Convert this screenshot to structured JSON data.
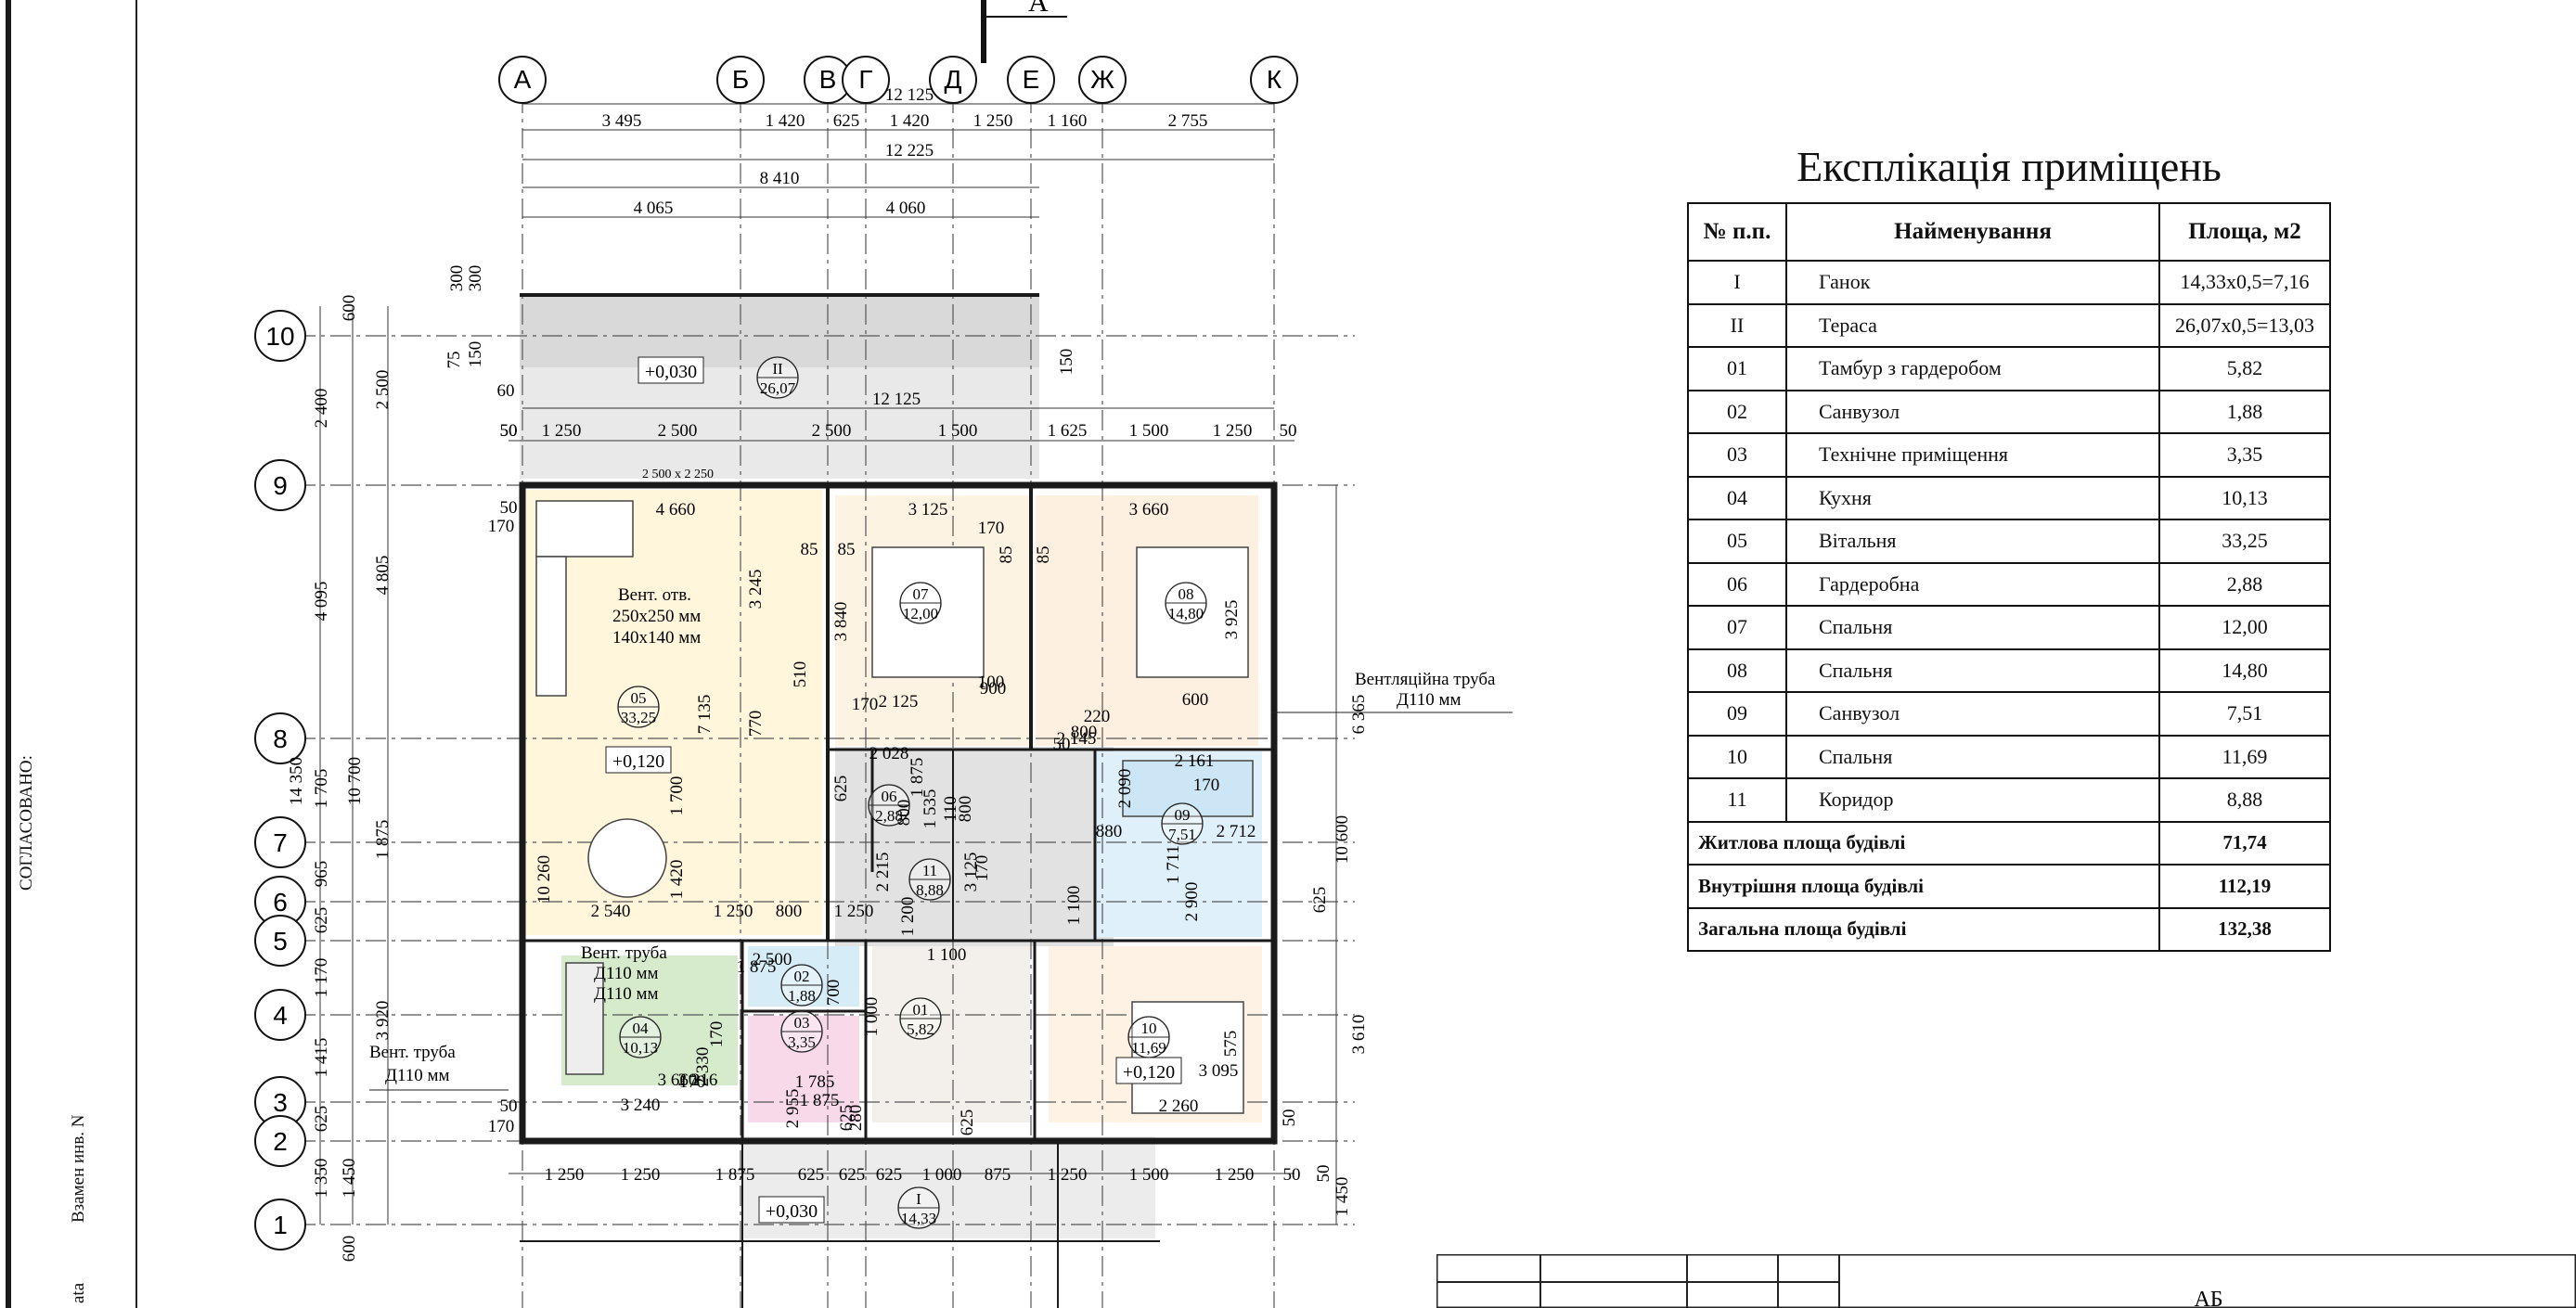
{
  "axes": {
    "letters": [
      "А",
      "Б",
      "В",
      "Г",
      "Д",
      "Е",
      "Ж",
      "К"
    ],
    "numbers": [
      "10",
      "9",
      "8",
      "7",
      "6",
      "5",
      "4",
      "3",
      "2",
      "1"
    ]
  },
  "section_mark": "А",
  "dimensions_top": {
    "overall_1": "12 125",
    "chain": [
      "3 495",
      "1 420",
      "625",
      "1 420",
      "1 250",
      "1 160",
      "2 755"
    ],
    "overall_2": "12 225",
    "span_8410": "8 410",
    "sub": [
      "4 065",
      "4 060"
    ],
    "terrace_width": "12 125",
    "chain_2": [
      "50",
      "1 250",
      "2 500",
      "2 500",
      "1 500",
      "1 625",
      "1 500",
      "1 250",
      "50"
    ]
  },
  "dimensions_left": {
    "outer": [
      "14 350",
      "10 700"
    ],
    "chain": [
      "600",
      "2 400",
      "2 500",
      "4 095",
      "4 805",
      "1 705",
      "965",
      "625",
      "1 170",
      "1 415",
      "625",
      "1 350",
      "1 450",
      "600",
      "3 920",
      "1 875"
    ],
    "small": [
      "300",
      "300",
      "75",
      "150",
      "150",
      "60",
      "50",
      "50",
      "170",
      "50",
      "170"
    ]
  },
  "dimensions_right": {
    "chain": [
      "6 365",
      "10 600",
      "625",
      "3 610",
      "50",
      "50",
      "1 450"
    ]
  },
  "dimensions_bottom": {
    "chain": [
      "1 250",
      "1 250",
      "1 875",
      "625",
      "625",
      "625",
      "1 000",
      "875",
      "1 250",
      "1 500",
      "1 250",
      "50"
    ]
  },
  "rooms": [
    {
      "num": "II",
      "area": "26,07"
    },
    {
      "num": "05",
      "area": "33,25"
    },
    {
      "num": "07",
      "area": "12,00"
    },
    {
      "num": "08",
      "area": "14,80"
    },
    {
      "num": "06",
      "area": "2,88"
    },
    {
      "num": "11",
      "area": "8,88"
    },
    {
      "num": "09",
      "area": "7,51"
    },
    {
      "num": "02",
      "area": "1,88"
    },
    {
      "num": "01",
      "area": "5,82"
    },
    {
      "num": "03",
      "area": "3,35"
    },
    {
      "num": "04",
      "area": "10,13"
    },
    {
      "num": "10",
      "area": "11,69"
    },
    {
      "num": "I",
      "area": "14,33"
    }
  ],
  "levels": [
    "+0,030",
    "+0,120",
    "+0,120",
    "+0,030"
  ],
  "notes": {
    "vent_opening": [
      "Вент. отв.",
      "250x250 мм",
      "140x140 мм"
    ],
    "vent_pipe_right": [
      "Вентляційна труба",
      "Д110 мм"
    ],
    "vent_pipe_04": [
      "Вент. труба",
      "Д110 мм",
      "Д110 мм"
    ],
    "vent_pipe_left": [
      "Вент. труба",
      "Д110 мм"
    ],
    "door_size": "2 500 x 2 250"
  },
  "inner_dims": [
    "4 660",
    "3 125",
    "3 660",
    "170",
    "85",
    "85",
    "85",
    "85",
    "3 245",
    "3 840",
    "3 925",
    "510",
    "770",
    "7 135",
    "10 260",
    "1 700",
    "1 420",
    "2 540",
    "1 250",
    "800",
    "1 250",
    "1 200",
    "2 215",
    "3 125",
    "2 028",
    "1 875",
    "625",
    "1 535",
    "800",
    "110",
    "800",
    "170",
    "600",
    "2 161",
    "2 090",
    "880",
    "1 711",
    "2 712",
    "2 900",
    "2 145",
    "1 100",
    "1 100",
    "2 500",
    "1 875",
    "700",
    "1 000",
    "170",
    "2 330",
    "2 955",
    "1 785",
    "1 875",
    "280",
    "625",
    "625",
    "575",
    "2 260",
    "3 095",
    "3 660",
    "2 216",
    "3 240",
    "170",
    "900",
    "100",
    "2 125",
    "170",
    "220",
    "800",
    "50",
    "170"
  ],
  "explication": {
    "title": "Експлікація приміщень",
    "headers": [
      "№ п.п.",
      "Найменування",
      "Площа, м2"
    ],
    "rows": [
      {
        "no": "I",
        "name": "Ганок",
        "area": "14,33х0,5=7,16"
      },
      {
        "no": "II",
        "name": "Тераса",
        "area": "26,07х0,5=13,03"
      },
      {
        "no": "01",
        "name": "Тамбур з гардеробом",
        "area": "5,82"
      },
      {
        "no": "02",
        "name": "Санвузол",
        "area": "1,88"
      },
      {
        "no": "03",
        "name": "Технічне приміщення",
        "area": "3,35"
      },
      {
        "no": "04",
        "name": "Кухня",
        "area": "10,13"
      },
      {
        "no": "05",
        "name": "Вітальня",
        "area": "33,25"
      },
      {
        "no": "06",
        "name": "Гардеробна",
        "area": "2,88"
      },
      {
        "no": "07",
        "name": "Спальня",
        "area": "12,00"
      },
      {
        "no": "08",
        "name": "Спальня",
        "area": "14,80"
      },
      {
        "no": "09",
        "name": "Санвузол",
        "area": "7,51"
      },
      {
        "no": "10",
        "name": "Спальня",
        "area": "11,69"
      },
      {
        "no": "11",
        "name": "Коридор",
        "area": "8,88"
      }
    ],
    "totals": [
      {
        "name": "Житлова площа будівлі",
        "value": "71,74"
      },
      {
        "name": "Внутрішня площа будівлі",
        "value": "112,19"
      },
      {
        "name": "Загальна площа будівлі",
        "value": "132,38"
      }
    ]
  },
  "side_stamp": {
    "agreed": "СОГЛАСОВАНО:",
    "replaced": "Взамен инв. N",
    "signature": "ata"
  },
  "title_block": {
    "code": "АБ"
  }
}
